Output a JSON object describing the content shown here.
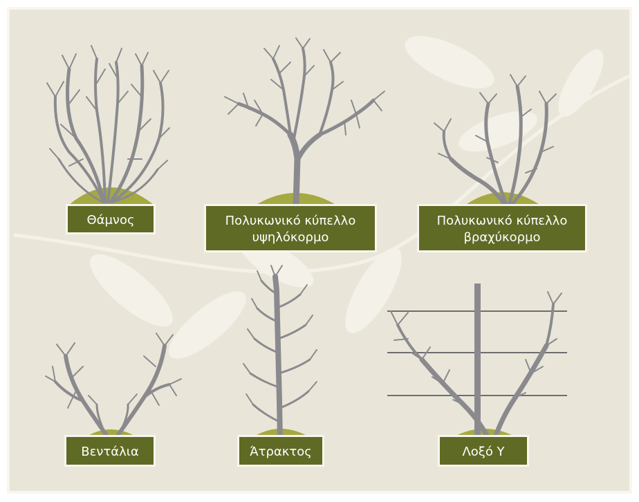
{
  "colors": {
    "page": "#ffffff",
    "panel": "#e9e6d9",
    "panel_border": "#f8f6ee",
    "leaf": "#f4f2e8",
    "branch": "#8a8a8e",
    "mound": "#a5a941",
    "label_bg": "#5f6a25",
    "label_text": "#ffffff",
    "wire": "#6d6d70"
  },
  "trees": [
    {
      "id": "thamnos",
      "label_lines": [
        "Θάμνος"
      ],
      "icon": "bush-tree-icon"
    },
    {
      "id": "cup-high",
      "label_lines": [
        "Πολυκωνικό κύπελλο",
        "υψηλόκορμο"
      ],
      "icon": "high-trunk-cup-tree-icon"
    },
    {
      "id": "cup-low",
      "label_lines": [
        "Πολυκωνικό κύπελλο",
        "βραχύκορμο"
      ],
      "icon": "short-trunk-cup-tree-icon"
    },
    {
      "id": "fan",
      "label_lines": [
        "Βεντάλια"
      ],
      "icon": "fan-tree-icon"
    },
    {
      "id": "spindle",
      "label_lines": [
        "Άτρακτος"
      ],
      "icon": "spindle-tree-icon"
    },
    {
      "id": "oblique-y",
      "label_lines": [
        "Λοξό Υ"
      ],
      "icon": "oblique-y-trellis-tree-icon"
    }
  ]
}
